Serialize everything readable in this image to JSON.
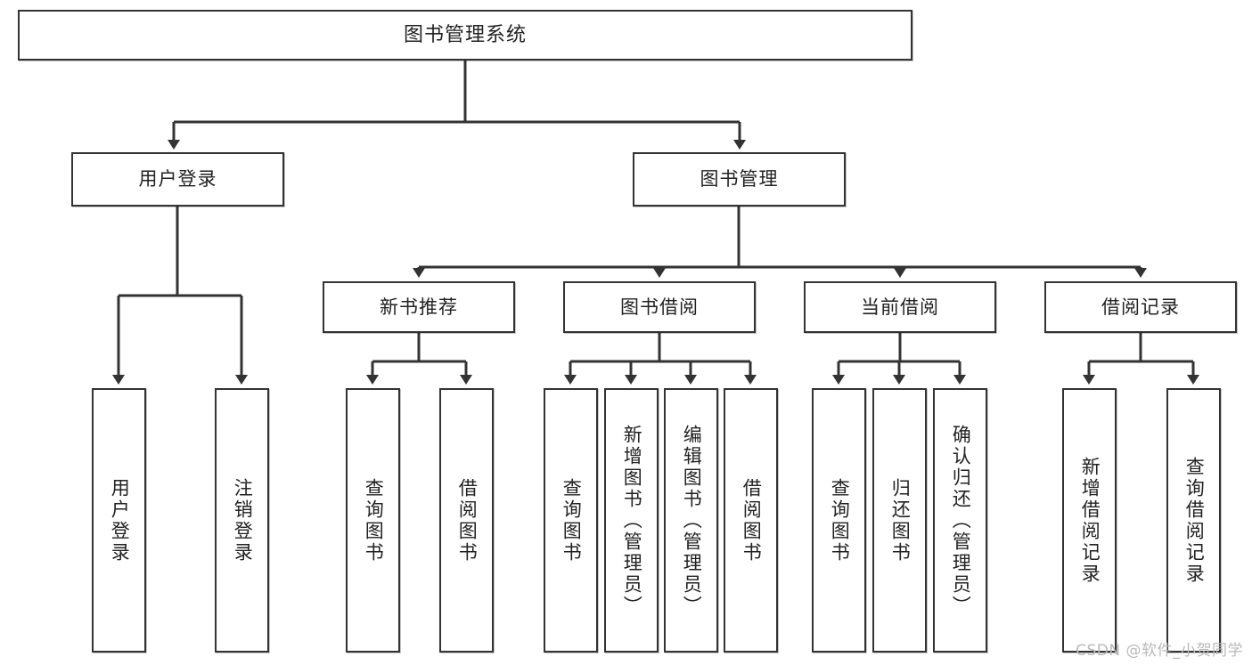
{
  "diagram": {
    "type": "hierarchy-tree",
    "title": "图书管理系统",
    "watermark": "CSDN @软件_小贺同学",
    "colors": {
      "stroke": "#333333",
      "fill": "#ffffff",
      "text": "#222222",
      "watermark": "#b9b9b9"
    },
    "nodes": {
      "root": "图书管理系统",
      "level2": [
        "用户登录",
        "图书管理"
      ],
      "level3": [
        "新书推荐",
        "图书借阅",
        "当前借阅",
        "借阅记录"
      ],
      "leaves": {
        "user_login": [
          "用户登录",
          "注销登录"
        ],
        "new_book": [
          "查询图书",
          "借阅图书"
        ],
        "book_borrow": [
          "查询图书",
          "新增图书（管理员）",
          "编辑图书（管理员）",
          "借阅图书"
        ],
        "current_borrow": [
          "查询图书",
          "归还图书",
          "确认归还（管理员）"
        ],
        "borrow_record": [
          "新增借阅记录",
          "查询借阅记录"
        ]
      }
    }
  }
}
